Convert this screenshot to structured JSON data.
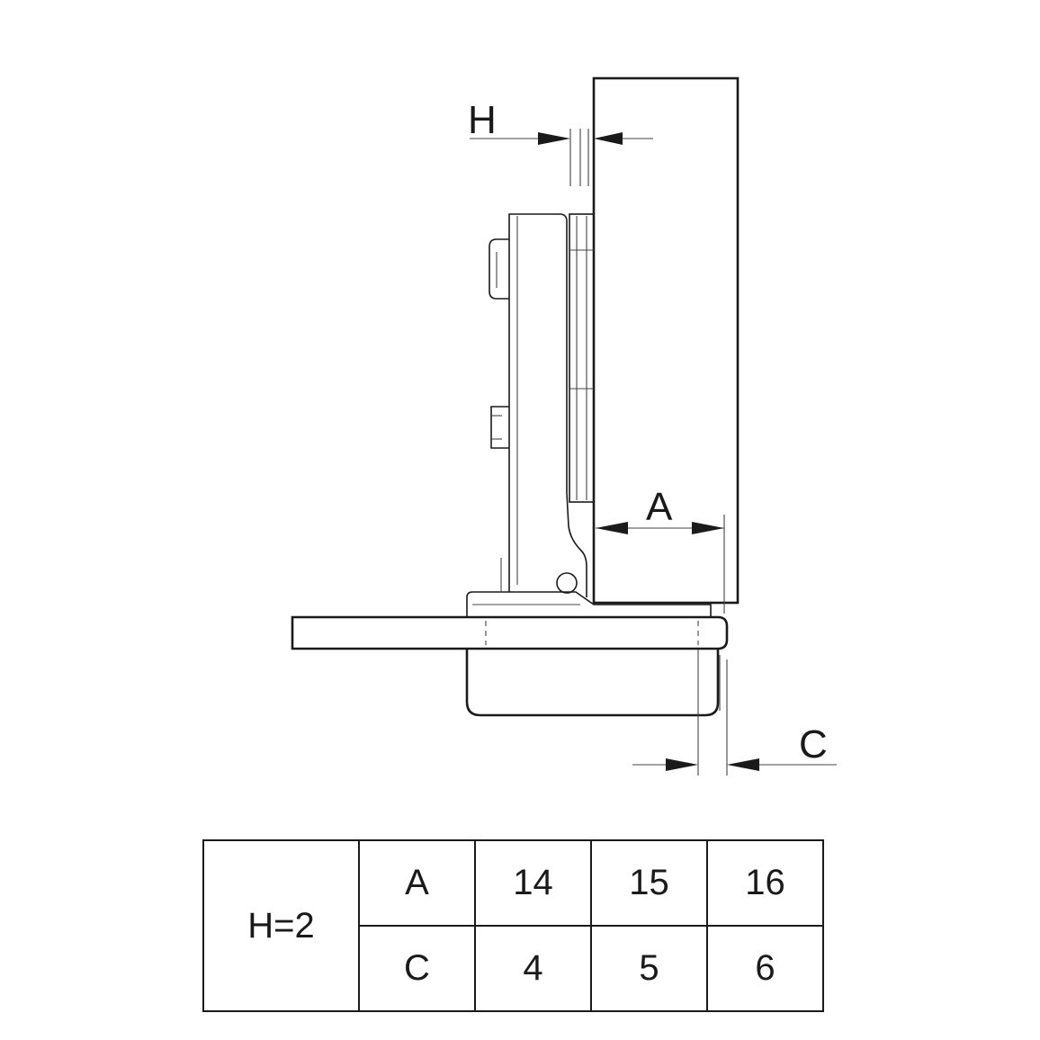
{
  "diagram": {
    "labels": {
      "h": "H",
      "a": "A",
      "c": "C"
    }
  },
  "table": {
    "overlay_label": "H=2",
    "rows": [
      {
        "param": "A",
        "values": [
          "14",
          "15",
          "16"
        ]
      },
      {
        "param": "C",
        "values": [
          "4",
          "5",
          "6"
        ]
      }
    ]
  }
}
